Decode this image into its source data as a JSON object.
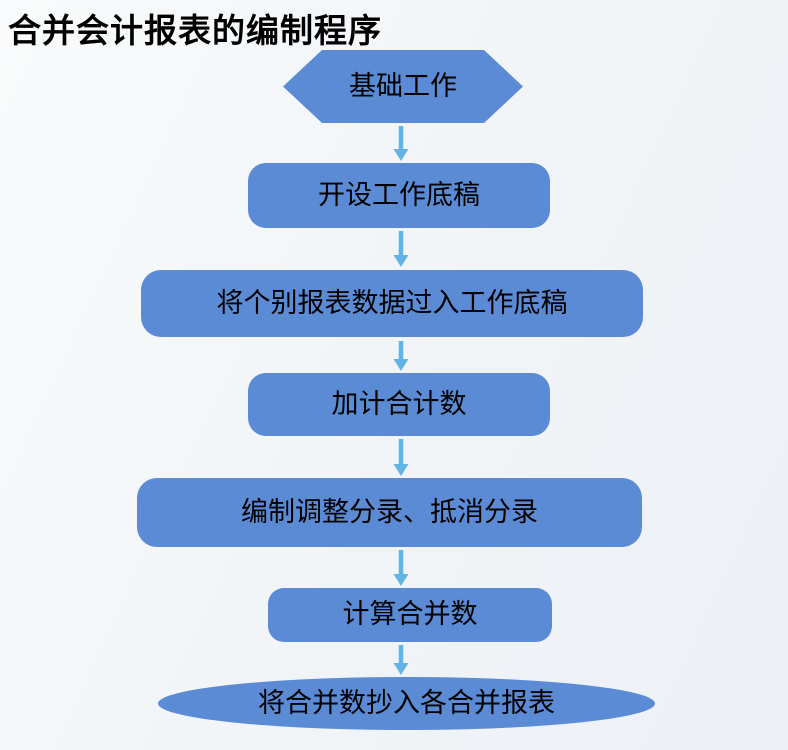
{
  "title": "合并会计报表的编制程序",
  "flowchart": {
    "steps": [
      {
        "shape": "hexagon",
        "label": "基础工作"
      },
      {
        "shape": "rounded-rect",
        "label": "开设工作底稿"
      },
      {
        "shape": "rounded-rect",
        "label": "将个别报表数据过入工作底稿"
      },
      {
        "shape": "rounded-rect",
        "label": "加计合计数"
      },
      {
        "shape": "rounded-rect",
        "label": "编制调整分录、抵消分录"
      },
      {
        "shape": "rounded-rect",
        "label": "计算合并数"
      },
      {
        "shape": "ellipse",
        "label": "将合并数抄入各合并报表"
      }
    ],
    "colors": {
      "shape_fill": "#5b8bd5",
      "arrow": "#63b4e3",
      "text": "#000000",
      "background": "#eff2f6"
    }
  }
}
